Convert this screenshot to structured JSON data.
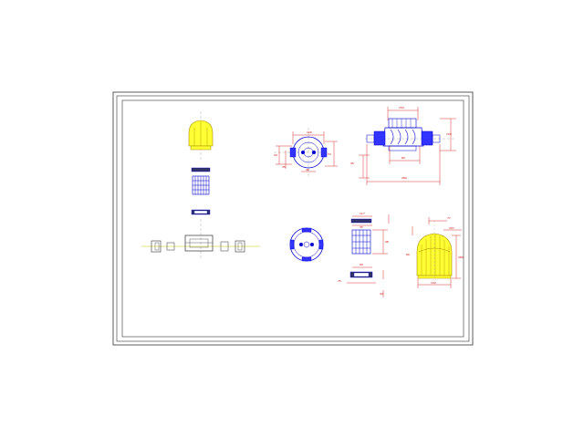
{
  "colors": {
    "background": "#ffffff",
    "frame": "#333333",
    "part_outline": "#0000cc",
    "dimension": "#cc0000",
    "fill_highlight": "#ffff33",
    "centerline": "#999999",
    "part_hatch": "#3333ff"
  },
  "dimensions": {
    "top_view_width": "100",
    "top_view_left_1": "44",
    "top_view_left_2": "35",
    "top_view_right": "53",
    "top_view_bottom": "46",
    "assembly_top": "150",
    "assembly_right": "100",
    "assembly_mid": "80",
    "assembly_bottom": "280",
    "assembly_left": "45",
    "cage_top": "117",
    "cage_side_1": "35",
    "cage_side_2": "98",
    "cage_bottom_1": "60",
    "cage_bottom_2": "75",
    "cage_bottom_3": "44",
    "dome_top_1": "77",
    "dome_top_2": "207",
    "dome_side": "280",
    "dome_left": "80",
    "dome_bottom": "150"
  }
}
